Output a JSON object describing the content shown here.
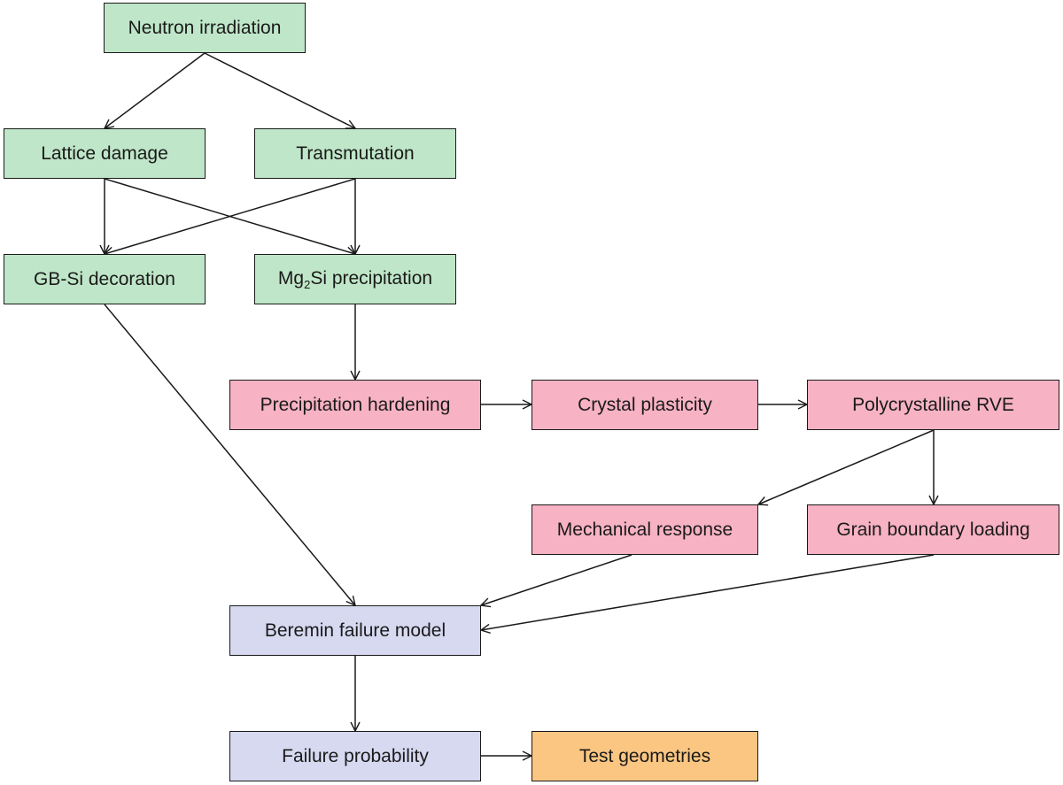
{
  "nodes": {
    "neutron_irradiation": "Neutron irradiation",
    "lattice_damage": "Lattice damage",
    "transmutation": "Transmutation",
    "gb_si_decoration": "GB-Si decoration",
    "mg2si_prefix": "Mg",
    "mg2si_sub": "2",
    "mg2si_suffix": "Si precipitation",
    "precipitation_hardening": "Precipitation hardening",
    "crystal_plasticity": "Crystal plasticity",
    "polycrystalline_rve": "Polycrystalline RVE",
    "mechanical_response": "Mechanical response",
    "grain_boundary_loading": "Grain boundary loading",
    "beremin_failure_model": "Beremin failure model",
    "failure_probability": "Failure probability",
    "test_geometries": "Test geometries"
  },
  "colors": {
    "green": "#bfe6c8",
    "pink": "#f7b2c4",
    "lavender": "#d7d9f1",
    "orange": "#fbc682",
    "stroke": "#1a1a1a"
  },
  "edges": [
    [
      "neutron_irradiation",
      "lattice_damage"
    ],
    [
      "neutron_irradiation",
      "transmutation"
    ],
    [
      "lattice_damage",
      "gb_si_decoration"
    ],
    [
      "lattice_damage",
      "mg2si_precipitation"
    ],
    [
      "transmutation",
      "gb_si_decoration"
    ],
    [
      "transmutation",
      "mg2si_precipitation"
    ],
    [
      "mg2si_precipitation",
      "precipitation_hardening"
    ],
    [
      "gb_si_decoration",
      "beremin_failure_model"
    ],
    [
      "precipitation_hardening",
      "crystal_plasticity"
    ],
    [
      "crystal_plasticity",
      "polycrystalline_rve"
    ],
    [
      "polycrystalline_rve",
      "mechanical_response"
    ],
    [
      "polycrystalline_rve",
      "grain_boundary_loading"
    ],
    [
      "mechanical_response",
      "beremin_failure_model"
    ],
    [
      "grain_boundary_loading",
      "beremin_failure_model"
    ],
    [
      "beremin_failure_model",
      "failure_probability"
    ],
    [
      "failure_probability",
      "test_geometries"
    ]
  ]
}
